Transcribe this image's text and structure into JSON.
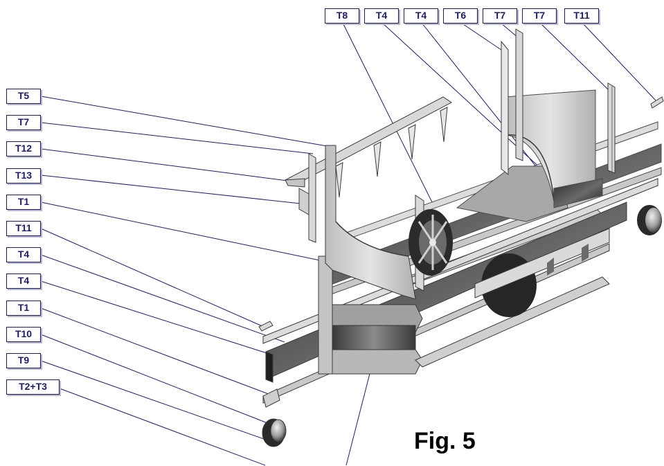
{
  "labels_top": [
    "T8",
    "T4",
    "T4",
    "T6",
    "T7",
    "T7",
    "T11"
  ],
  "labels_left": [
    "T5",
    "T7",
    "T12",
    "T13",
    "T1",
    "T11",
    "T4",
    "T4",
    "T1",
    "T10",
    "T9",
    "T2+T3"
  ],
  "figure_caption": "Fig. 5",
  "colors": {
    "label_border": "#1b1b6e",
    "leader_line": "#1b1b6e",
    "metal_light": "#d4d4d4",
    "metal_mid": "#a8a8a8",
    "metal_dark": "#3c3c3c"
  }
}
